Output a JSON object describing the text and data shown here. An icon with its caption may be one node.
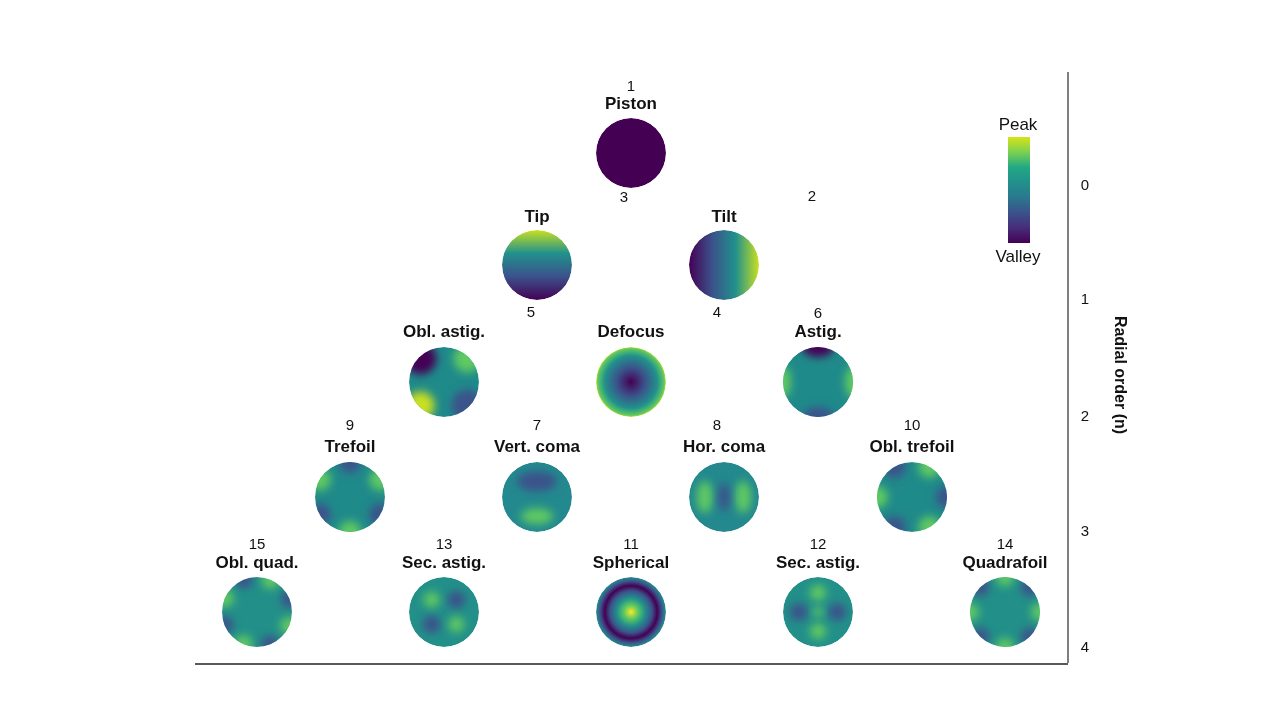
{
  "diagram": {
    "nodes": [
      {
        "text": [
          "Piston"
        ]
      },
      {
        "text": [
          "Tip"
        ]
      },
      {
        "text": [
          "Tilt"
        ]
      },
      {
        "text": [
          "Obl. astig."
        ]
      },
      {
        "text": [
          "Defocus"
        ]
      },
      {
        "text": [
          "Astig."
        ]
      },
      {
        "text": [
          "Trefoil"
        ]
      },
      {
        "text": [
          "Vert. coma"
        ]
      },
      {
        "text": [
          "Hor. coma"
        ]
      },
      {
        "text": [
          "Obl. trefoil"
        ]
      },
      {
        "text": [
          "Obl. quad."
        ]
      },
      {
        "text": [
          "Sec. astig."
        ]
      },
      {
        "text": [
          "Spherical"
        ]
      },
      {
        "text": [
          "Sec. astig."
        ]
      },
      {
        "text": [
          "Quadrafoil"
        ]
      },
      {
        "text": [],
        "shape": "bar"
      }
    ],
    "edges": [],
    "labels": [
      "1",
      "3",
      "2",
      "5",
      "4",
      "6",
      "9",
      "7",
      "8",
      "10",
      "15",
      "13",
      "11",
      "12",
      "14",
      "Peak",
      "Valley",
      "0",
      "1",
      "2",
      "3",
      "4",
      "Radial order (n)"
    ]
  }
}
